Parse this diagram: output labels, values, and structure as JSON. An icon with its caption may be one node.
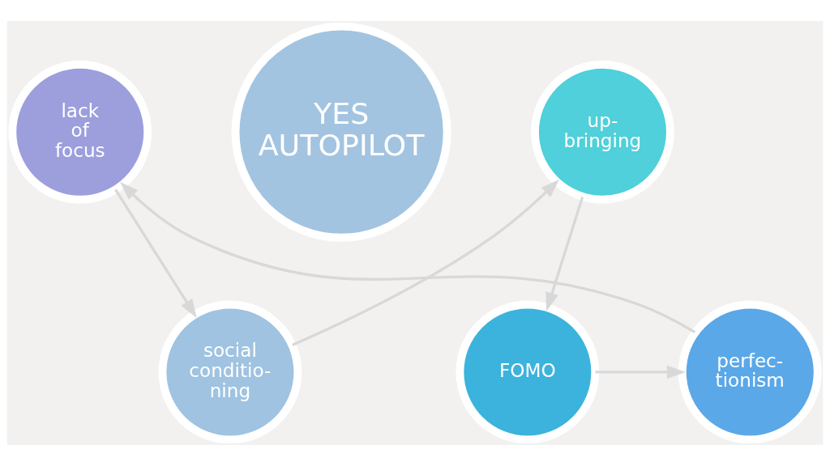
{
  "diagram": {
    "nodes": [
      {
        "text": [
          "YES AUTOPILOT"
        ]
      },
      {
        "text": [
          "social conditio- ning"
        ]
      },
      {
        "text": [
          "up- bringing"
        ]
      },
      {
        "text": [
          "FOMO"
        ]
      },
      {
        "text": [
          "perfec- tionism"
        ]
      },
      {
        "text": [
          "lack of focus"
        ]
      }
    ],
    "edges": [
      {
        "from": 1,
        "to": 2,
        "arrow": "to"
      },
      {
        "from": 2,
        "to": 3,
        "arrow": "to"
      },
      {
        "from": 3,
        "to": 4,
        "arrow": "to"
      },
      {
        "from": 4,
        "to": 5,
        "arrow": "to"
      },
      {
        "from": 5,
        "to": 1,
        "arrow": "to"
      }
    ]
  }
}
